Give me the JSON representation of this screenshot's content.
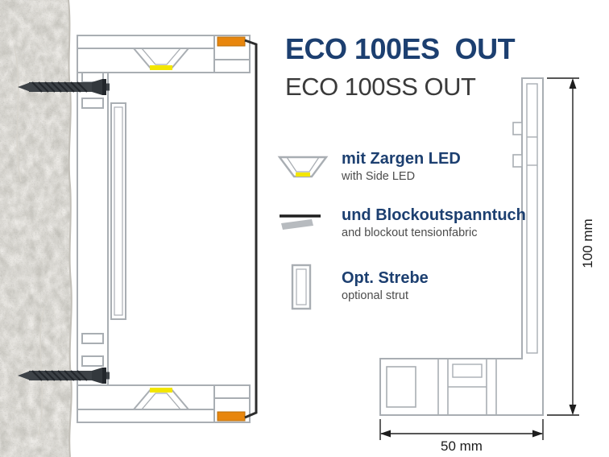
{
  "header": {
    "title": "ECO 100ES  OUT",
    "subtitle": "ECO 100SS OUT"
  },
  "legend": {
    "items": [
      {
        "id": "side-led",
        "label_de": "mit Zargen LED",
        "label_en": "with Side LED"
      },
      {
        "id": "blockout-fabric",
        "label_de": "und Blockoutspanntuch",
        "label_en": "and blockout tensionfabric"
      },
      {
        "id": "strut",
        "label_de": "Opt. Strebe",
        "label_en": "optional strut"
      }
    ]
  },
  "dimensions": {
    "height": "100 mm",
    "width": "50 mm"
  },
  "colors": {
    "title_blue": "#1c3f70",
    "profile_gray": "#a9aeb3",
    "led_yellow": "#f3e600",
    "clamp_orange": "#e8860d",
    "fabric_black": "#2d2d2d",
    "text_gray": "#4c4c4c"
  }
}
